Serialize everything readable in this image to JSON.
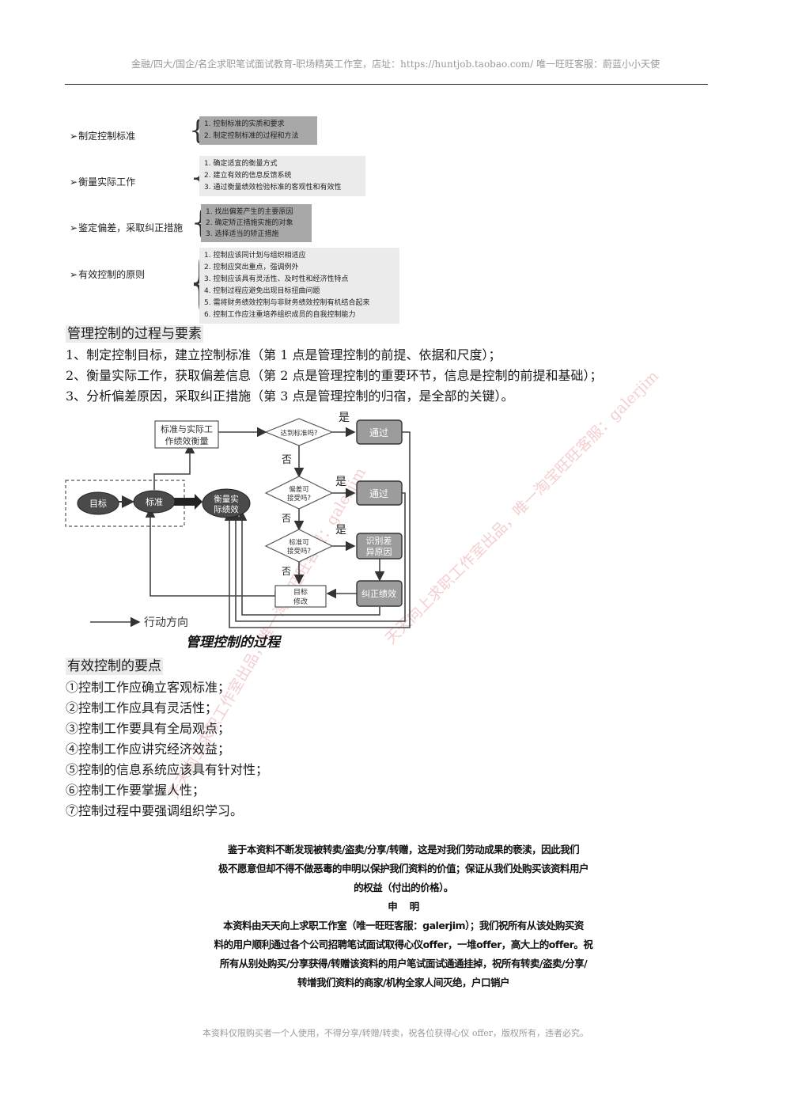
{
  "header": {
    "text": "金融/四大/国企/名企求职笔试面试教育-职场精英工作室，店址：https://huntjob.taobao.com/ 唯一旺旺客服：蔚蓝小小天使"
  },
  "topics": [
    {
      "label": "制定控制标准",
      "items": [
        "1.  控制标准的实质和要求",
        "2.  制定控制标准的过程和方法"
      ]
    },
    {
      "label": "衡量实际工作",
      "items": [
        "1.  确定适宜的衡量方式",
        "2.  建立有效的信息反馈系统",
        "3.  通过衡量绩效检验标准的客观性和有效性"
      ]
    },
    {
      "label": "鉴定偏差，采取纠正措施",
      "items": [
        "1.  找出偏差产生的主要原因",
        "2.  确定矫正措施实施的对象",
        "3.  选择适当的矫正措施"
      ]
    },
    {
      "label": "有效控制的原则",
      "items": [
        "1.  控制应该同计划与组织相适应",
        "2.  控制应突出重点，强调例外",
        "3.  控制应该具有灵活性、及时性和经济性特点",
        "4.  控制过程应避免出现目标扭曲问题",
        "5.  需将财务绩效控制与非财务绩效控制有机结合起来",
        "6.  控制工作应注重培养组织成员的自我控制能力"
      ]
    }
  ],
  "process": {
    "heading": "管理控制的过程与要素",
    "lines": [
      "1、制定控制目标，建立控制标准（第 1 点是管理控制的前提、依据和尺度）；",
      "2、衡量实际工作，获取偏差信息（第 2 点是管理控制的重要环节，信息是控制的前提和基础）；",
      "3、分析偏差原因，采取纠正措施（第 3 点是管理控制的归宿，是全部的关键）。"
    ]
  },
  "diagram": {
    "measure_box": "标准与实际工\n作绩效衡量",
    "goal": "目标",
    "standard": "标准",
    "performance": "衡量实\n际绩效",
    "q1": "达到标准吗?",
    "q2": "偏差可\n接受吗?",
    "q3": "标准可\n接受吗?",
    "yes": "是",
    "no": "否",
    "pass1": "通过",
    "pass2": "通过",
    "identify": "识别差\n异原因",
    "correct": "纠正绩效",
    "modify_goal": "目标\n修改",
    "legend": "行动方向",
    "caption": "管理控制的过程"
  },
  "effective": {
    "heading": "有效控制的要点",
    "lines": [
      "①控制工作应确立客观标准；",
      "②控制工作应具有灵活性；",
      "③控制工作要具有全局观点；",
      "④控制工作应讲究经济效益；",
      "⑤控制的信息系统应该具有针对性；",
      "⑥控制工作要掌握人性；",
      "⑦控制过程中要强调组织学习。"
    ]
  },
  "notice": {
    "p1": [
      "鉴于本资料不断发现被转卖/盗卖/分享/转赠，这是对我们劳动成果的亵渎，因此我们",
      "极不愿意但却不得不做恶毒的申明以保护我们资料的价值；保证从我们处购买该资料用户",
      "的权益（付出的价格）。"
    ],
    "title": "申    明",
    "p2": [
      "本资料由天天向上求职工作室（唯一旺旺客服：galerjim）；我们祝所有从该处购买资",
      "料的用户顺利通过各个公司招聘笔试面试取得心仪offer，一堆offer，高大上的offer。祝",
      "所有从别处购买/分享获得/转赠该资料的用户笔试面试通通挂掉，祝所有转卖/盗卖/分享/",
      "转增我们资料的商家/机构全家人间灭绝，户口销户"
    ]
  },
  "footer": {
    "text": "本资料仅限购买者一个人使用，不得分享/转赠/转卖，祝各位获得心仪 offer，版权所有，违者必究。"
  },
  "watermarks": [
    "天天向上求职工作室出品，唯一淘宝旺旺客服：galerjim",
    "天天向上求职工作室出品，唯一淘宝旺旺客服：galerjim"
  ]
}
